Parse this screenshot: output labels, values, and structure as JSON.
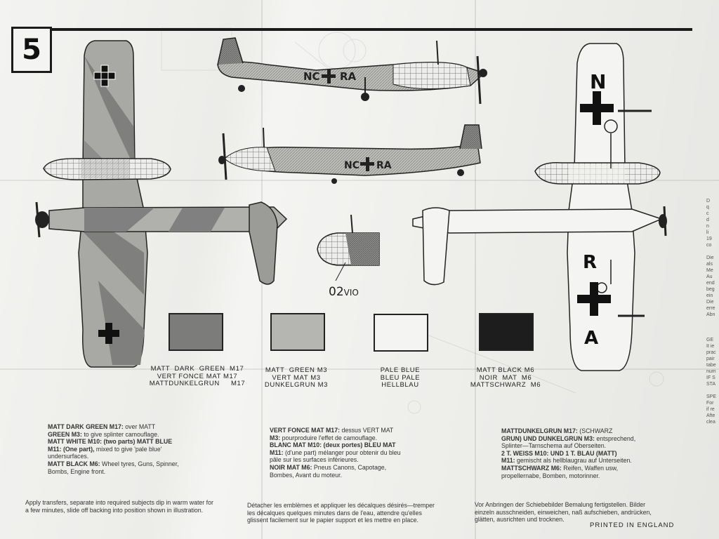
{
  "step_number": "5",
  "callout": {
    "code": "02",
    "color": "VIO"
  },
  "swatches": [
    {
      "id": "dark-green",
      "color": "#7c7c7a",
      "lines": [
        "MATT  DARK  GREEN  M17",
        "VERT FONCE MAT M17",
        "MATTDUNKELGRUN     M17"
      ]
    },
    {
      "id": "green",
      "color": "#b5b5b2",
      "lines": [
        "MATT  GREEN M3",
        "VERT MAT M3",
        "DUNKELGRUN M3"
      ]
    },
    {
      "id": "pale-blue",
      "color": "#f4f4f2",
      "lines": [
        "PALE BLUE",
        "BLEU PALE",
        "HELLBLAU"
      ]
    },
    {
      "id": "black",
      "color": "#1d1d1d",
      "lines": [
        "MATT BLACK M6",
        "NOIR  MAT  M6",
        "MATTSCHWARZ  M6"
      ]
    }
  ],
  "notes": {
    "english": [
      [
        "MATT  DARK  GREEN  M17:",
        " over  MATT"
      ],
      [
        "GREEN M3:",
        " to give splinter camouflage."
      ],
      [
        "MATT WHITE M10: (two parts) MATT BLUE",
        ""
      ],
      [
        "M11: (One part),",
        " mixed to give 'pale blue'"
      ],
      [
        "",
        "undersurfaces."
      ],
      [
        "MATT BLACK M6:",
        " Wheel tyres, Guns, Spinner,"
      ],
      [
        "",
        "Bombs, Engine front."
      ]
    ],
    "french": [
      [
        "VERT FONCE MAT M17:",
        " dessus VERT MAT"
      ],
      [
        "M3:",
        " pourproduire l'effet de camouflage."
      ],
      [
        "BLANC MAT M10: (deux portes) BLEU MAT",
        ""
      ],
      [
        "M11:",
        " (d'une part) mélanger pour obtenir du bleu"
      ],
      [
        "",
        "pâle sur les surfaces inférieures."
      ],
      [
        "NOIR  MAT  M6:",
        "  Pneus Canons, Capotage,"
      ],
      [
        "",
        "Bombes, Avant du moteur."
      ]
    ],
    "german": [
      [
        "MATTDUNKELGRUN  M17:",
        "  (SCHWARZ"
      ],
      [
        "GRUN) UND DUNKELGRUN M3:",
        " entsprechend,"
      ],
      [
        "",
        "Splinter—Tarnschema auf Oberseiten."
      ],
      [
        "2  T. WEISS  M10:  UND 1 T. BLAU (MATT)",
        ""
      ],
      [
        "M11:",
        " gemischt als hellblaugrau auf Unterseiten."
      ],
      [
        "MATTSCHWARZ  M6:",
        " Reifen, Waffen usw,"
      ],
      [
        "",
        "propellernabe, Bomben, motorinner."
      ]
    ]
  },
  "transfers": {
    "english": [
      "Apply transfers, separate into required subjects dip in warm water for",
      "a few minutes, slide off backing into position shown in illustration."
    ],
    "french": [
      "Détacher les emblèmes et appliquer les décalques désirés—tremper",
      "les décalques quelques minutes dans de l'eau, attendre qu'elles",
      "glissent facilement sur le papier support et les mettre en place."
    ],
    "german": [
      "Vor Anbringen der Schiebebilder Bemalung fertigstellen. Bilder",
      "einzeln ausschneiden, einweichen, naß aufschieben, andrücken,",
      "glätten, ausrichten und trocknen."
    ]
  },
  "printed": "PRINTED  IN  ENGLAND",
  "markings": {
    "code_left": "NC",
    "code_right": "RA",
    "upper_n": "N",
    "lower_r": "R",
    "lower_a": "A"
  },
  "right_edge_lines": [
    "D",
    "q",
    "c",
    "d",
    "n",
    "li",
    "19",
    "co",
    "",
    "Die",
    "als",
    "Me",
    "Au",
    "end",
    "beg",
    "ein",
    "Die",
    "erre",
    "Abn",
    "",
    "",
    "",
    "GE",
    "It ie",
    "prac",
    "pair",
    "tabe",
    "num",
    "IF S",
    "STA",
    "",
    "SPE",
    "For",
    "if re",
    "Afte",
    "clea"
  ]
}
